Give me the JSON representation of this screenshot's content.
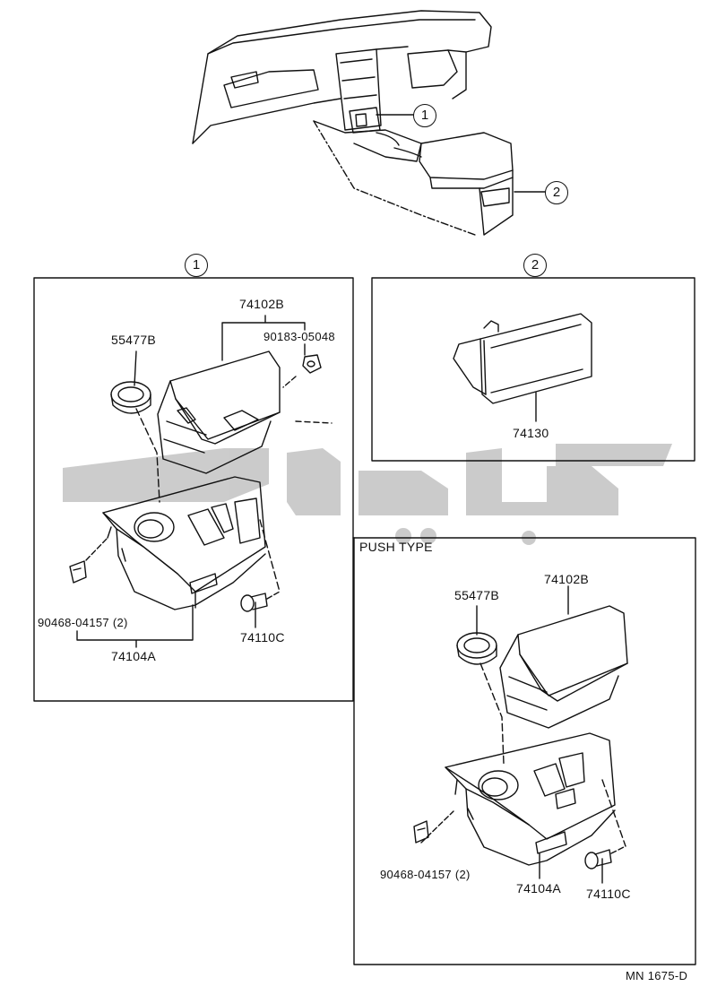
{
  "callouts": {
    "one": "1",
    "two": "2"
  },
  "panel_1": {
    "parts": {
      "p74102B": "74102B",
      "p55477B": "55477B",
      "p90183": "90183-05048",
      "p90468": "90468-04157 (2)",
      "p74104A": "74104A",
      "p74110C": "74110C"
    }
  },
  "panel_2": {
    "parts": {
      "p74130": "74130"
    }
  },
  "panel_push": {
    "title": "PUSH TYPE",
    "parts": {
      "p74102B": "74102B",
      "p55477B": "55477B",
      "p90468": "90468-04157 (2)",
      "p74104A": "74104A",
      "p74110C": "74110C"
    }
  },
  "footer": {
    "code": "MN 1675-D"
  },
  "colors": {
    "line": "#111111",
    "watermark": "#c4c4c4"
  }
}
